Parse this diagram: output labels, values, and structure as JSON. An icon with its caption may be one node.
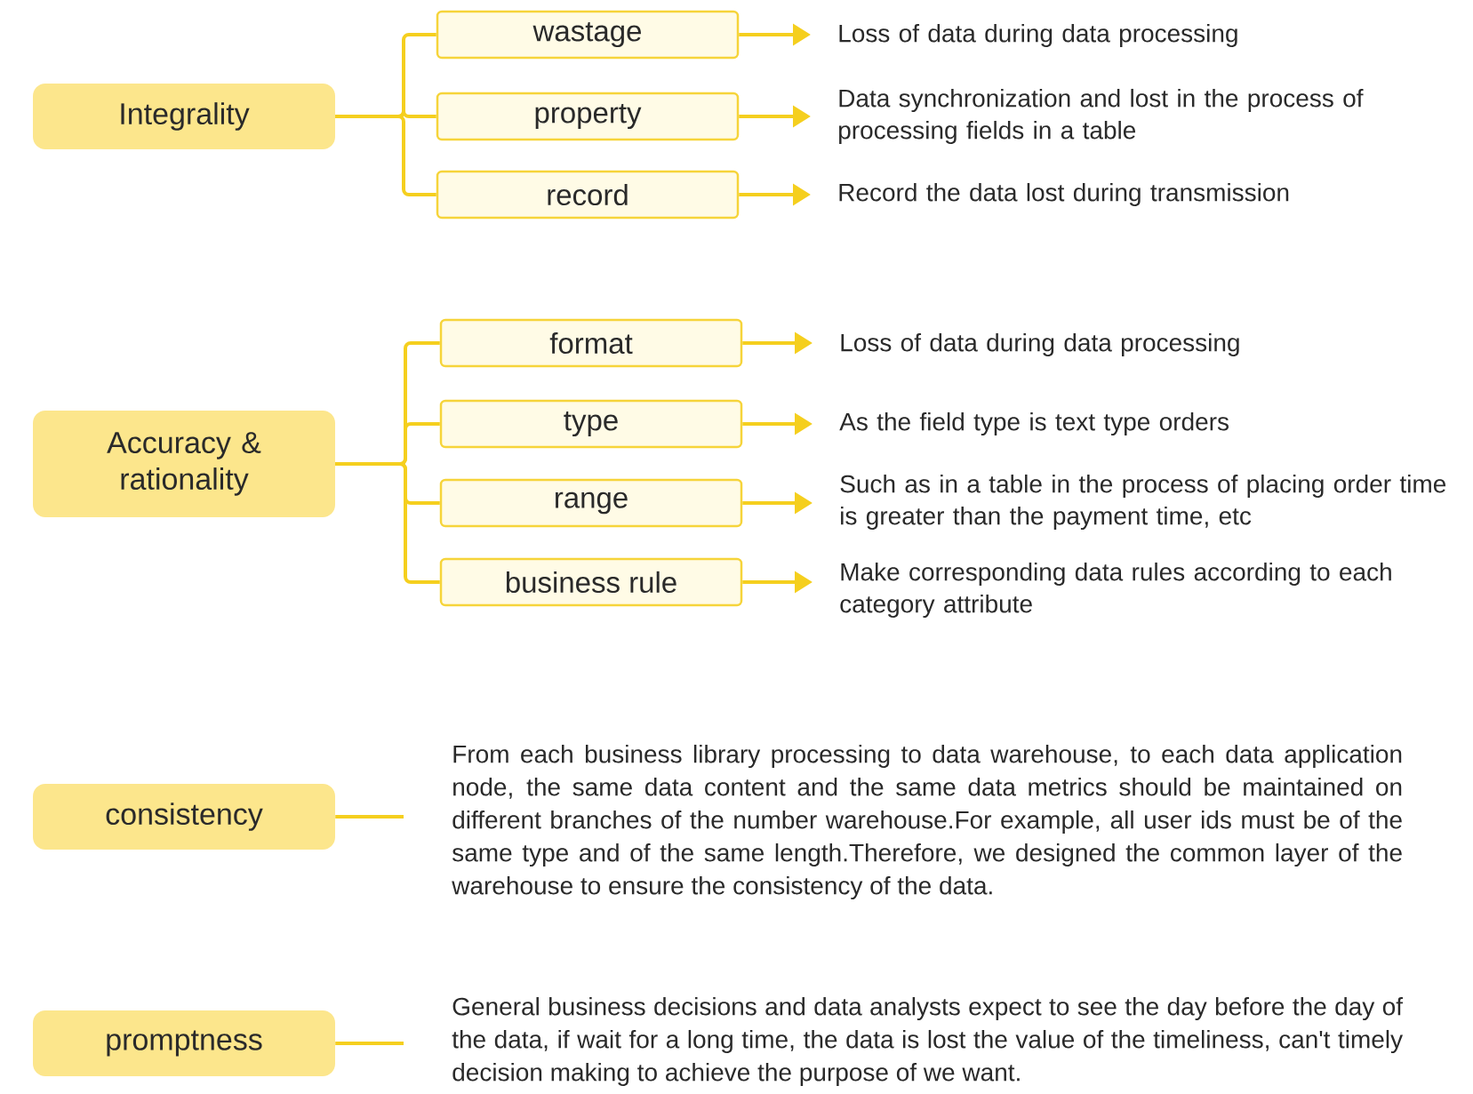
{
  "diagram": {
    "nodes": [
      {
        "text": [
          "Integrality"
        ]
      },
      {
        "text": [
          "wastage"
        ]
      },
      {
        "text": [
          "property"
        ]
      },
      {
        "text": [
          "record"
        ]
      },
      {
        "text": [
          "Loss of data during data processing"
        ]
      },
      {
        "text": [
          "Data synchronization and lost in the process of processing fields in a table"
        ]
      },
      {
        "text": [
          "Record the data lost during transmission"
        ]
      },
      {
        "text": [
          "Accuracy & rationality"
        ]
      },
      {
        "text": [
          "format"
        ]
      },
      {
        "text": [
          "type"
        ]
      },
      {
        "text": [
          "range"
        ]
      },
      {
        "text": [
          "business rule"
        ]
      },
      {
        "text": [
          "Loss of data during data processing"
        ]
      },
      {
        "text": [
          "As the field type is text type orders"
        ]
      },
      {
        "text": [
          "Such as in a table in the process of placing order time is greater than the payment time, etc"
        ]
      },
      {
        "text": [
          "Make corresponding data rules according to each category attribute"
        ]
      },
      {
        "text": [
          "consistency"
        ]
      },
      {
        "text": [
          "From each business library processing to data warehouse, to each data application node, the same data content and the same data metrics should be maintained on different branches of the number warehouse.For example, all user ids must be of the same type and of the same length.Therefore, we designed the common layer of the warehouse to ensure the consistency of the data."
        ]
      },
      {
        "text": [
          "promptness"
        ]
      },
      {
        "text": [
          "General business decisions and data analysts expect to see the day before the day of the data, if wait for a long time, the data is lost the value of the timeliness, can't timely decision making to achieve the purpose of we want."
        ]
      }
    ],
    "edges": [
      {
        "from": 0,
        "to": 1,
        "arrow": "none"
      },
      {
        "from": 0,
        "to": 2,
        "arrow": "none"
      },
      {
        "from": 0,
        "to": 3,
        "arrow": "none"
      },
      {
        "from": 1,
        "to": 4,
        "arrow": "to"
      },
      {
        "from": 2,
        "to": 5,
        "arrow": "to"
      },
      {
        "from": 3,
        "to": 6,
        "arrow": "to"
      },
      {
        "from": 7,
        "to": 8,
        "arrow": "none"
      },
      {
        "from": 7,
        "to": 9,
        "arrow": "none"
      },
      {
        "from": 7,
        "to": 10,
        "arrow": "none"
      },
      {
        "from": 7,
        "to": 11,
        "arrow": "none"
      },
      {
        "from": 8,
        "to": 12,
        "arrow": "to"
      },
      {
        "from": 9,
        "to": 13,
        "arrow": "to"
      },
      {
        "from": 10,
        "to": 14,
        "arrow": "to"
      },
      {
        "from": 11,
        "to": 15,
        "arrow": "to"
      },
      {
        "from": 16,
        "to": 17,
        "arrow": "none"
      },
      {
        "from": 18,
        "to": 19,
        "arrow": "none"
      }
    ]
  }
}
